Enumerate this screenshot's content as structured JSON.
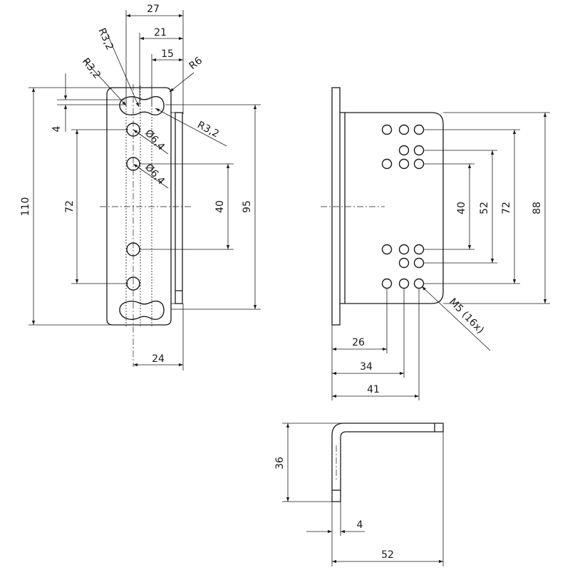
{
  "side_view": {
    "dims": {
      "d27": "27",
      "d21": "21",
      "d15": "15",
      "r6": "R6",
      "r32_a": "R3,2",
      "r32_b": "R3,2",
      "r32_c": "R3,2",
      "dia64_a": "Ø6,4",
      "dia64_b": "Ø6,4",
      "d4": "4",
      "d110": "110",
      "d72": "72",
      "d40": "40",
      "d95": "95",
      "d24": "24"
    }
  },
  "front_view": {
    "dims": {
      "d40": "40",
      "d52": "52",
      "d72": "72",
      "d88": "88",
      "m5": "M5 (16x)",
      "d26": "26",
      "d34": "34",
      "d41": "41"
    }
  },
  "bottom_view": {
    "dims": {
      "d36": "36",
      "d4": "4",
      "d52": "52"
    }
  }
}
